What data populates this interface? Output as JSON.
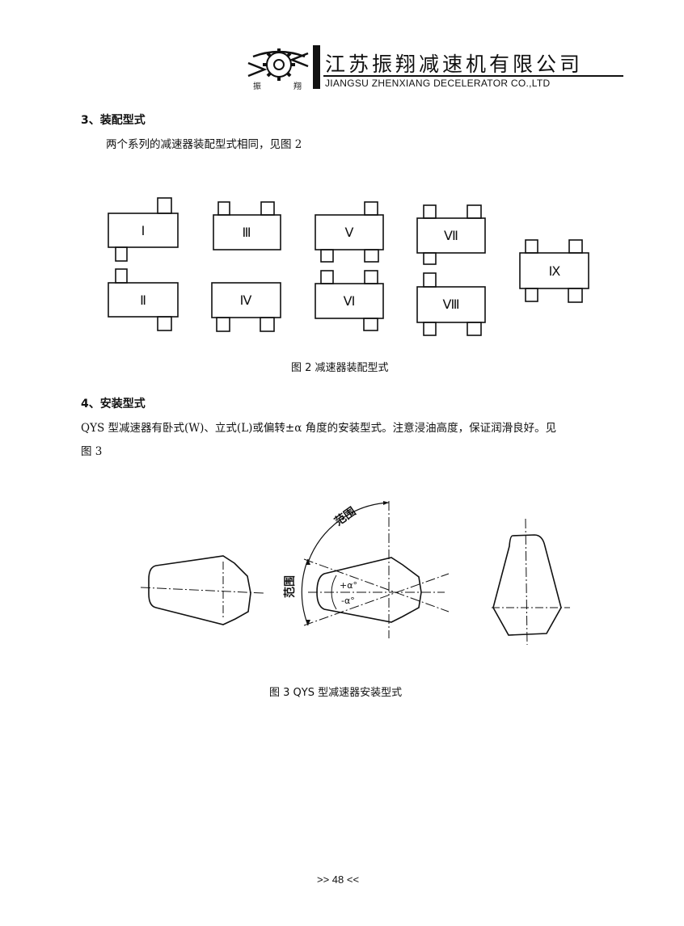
{
  "header": {
    "logo_text_left": "振",
    "logo_text_right": "翔",
    "company_cn": "江苏振翔减速机有限公司",
    "company_en": "JIANGSU ZHENXIANG DECELERATOR CO.,LTD"
  },
  "section3": {
    "heading": "3、装配型式",
    "text": "两个系列的减速器装配型式相同，见图 2"
  },
  "figure2": {
    "labels": [
      "Ⅰ",
      "Ⅱ",
      "Ⅲ",
      "Ⅳ",
      "Ⅴ",
      "Ⅵ",
      "Ⅶ",
      "Ⅷ",
      "Ⅸ"
    ],
    "caption": "图 2 减速器装配型式"
  },
  "section4": {
    "heading": "4、安装型式",
    "text_line1": "QYS 型减速器有卧式(W)、立式(L)或偏转±α 角度的安装型式。注意浸油高度，保证润滑良好。见",
    "text_line2": "图 3"
  },
  "figure3": {
    "range_top": "范围",
    "range_left": "范围",
    "plus_alpha": "+α°",
    "minus_alpha": "-α°",
    "caption": "图 3 QYS 型减速器安装型式"
  },
  "footer": {
    "page_number": ">> 48 <<"
  }
}
